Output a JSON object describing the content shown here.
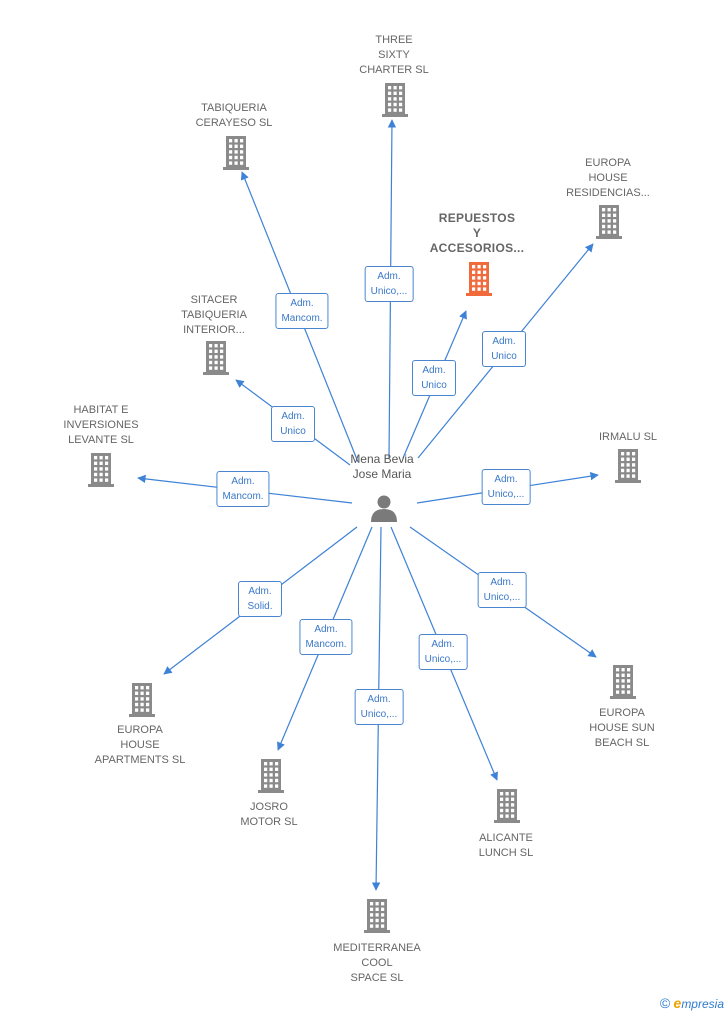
{
  "center": {
    "name": "Mena Bevia\nJose Maria"
  },
  "colors": {
    "company_icon": "#8a8a8a",
    "focus_icon": "#f06a3c",
    "edge": "#3d82d6",
    "person_icon": "#7a7a7a"
  },
  "companies": [
    {
      "id": "three-sixty-charter",
      "name": "THREE\nSIXTY\nCHARTER  SL",
      "relation": "Adm.\nUnico,..."
    },
    {
      "id": "tabiqueria-cerayeso",
      "name": "TABIQUERIA\nCERAYESO  SL",
      "relation": "Adm.\nMancom."
    },
    {
      "id": "europa-house-residencias",
      "name": "EUROPA\nHOUSE\nRESIDENCIAS...",
      "relation": "Adm.\nUnico"
    },
    {
      "id": "repuestos-accesorios",
      "name": "REPUESTOS\nY\nACCESORIOS...",
      "relation": "Adm.\nUnico",
      "focus": true
    },
    {
      "id": "sitacer-tabiqueria",
      "name": "SITACER\nTABIQUERIA\nINTERIOR...",
      "relation": "Adm.\nUnico"
    },
    {
      "id": "habitat-inversiones",
      "name": "HABITAT E\nINVERSIONES\nLEVANTE  SL",
      "relation": "Adm.\nMancom."
    },
    {
      "id": "irmalu",
      "name": "IRMALU SL",
      "relation": "Adm.\nUnico,..."
    },
    {
      "id": "europa-house-sun-beach",
      "name": "EUROPA\nHOUSE SUN\nBEACH  SL",
      "relation": "Adm.\nUnico,..."
    },
    {
      "id": "europa-house-apartments",
      "name": "EUROPA\nHOUSE\nAPARTMENTS SL",
      "relation": "Adm.\nSolid."
    },
    {
      "id": "josro-motor",
      "name": "JOSRO\nMOTOR SL",
      "relation": "Adm.\nMancom."
    },
    {
      "id": "alicante-lunch",
      "name": "ALICANTE\nLUNCH  SL",
      "relation": "Adm.\nUnico,..."
    },
    {
      "id": "mediterranea-cool-space",
      "name": "MEDITERRANEA\nCOOL\nSPACE  SL",
      "relation": "Adm.\nUnico,..."
    }
  ],
  "watermark": {
    "copyright": "©",
    "brand_initial": "e",
    "brand_rest": "mpresia"
  }
}
